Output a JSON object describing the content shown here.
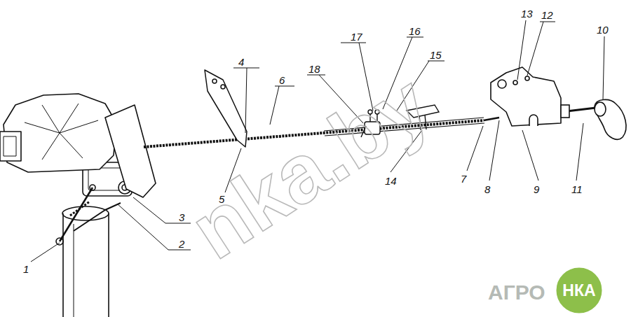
{
  "diagram": {
    "labels": [
      "1",
      "2",
      "3",
      "4",
      "5",
      "6",
      "7",
      "8",
      "9",
      "10",
      "11",
      "12",
      "13",
      "14",
      "15",
      "16",
      "17",
      "18",
      "nka.by",
      "АГРО",
      "НКА"
    ]
  }
}
